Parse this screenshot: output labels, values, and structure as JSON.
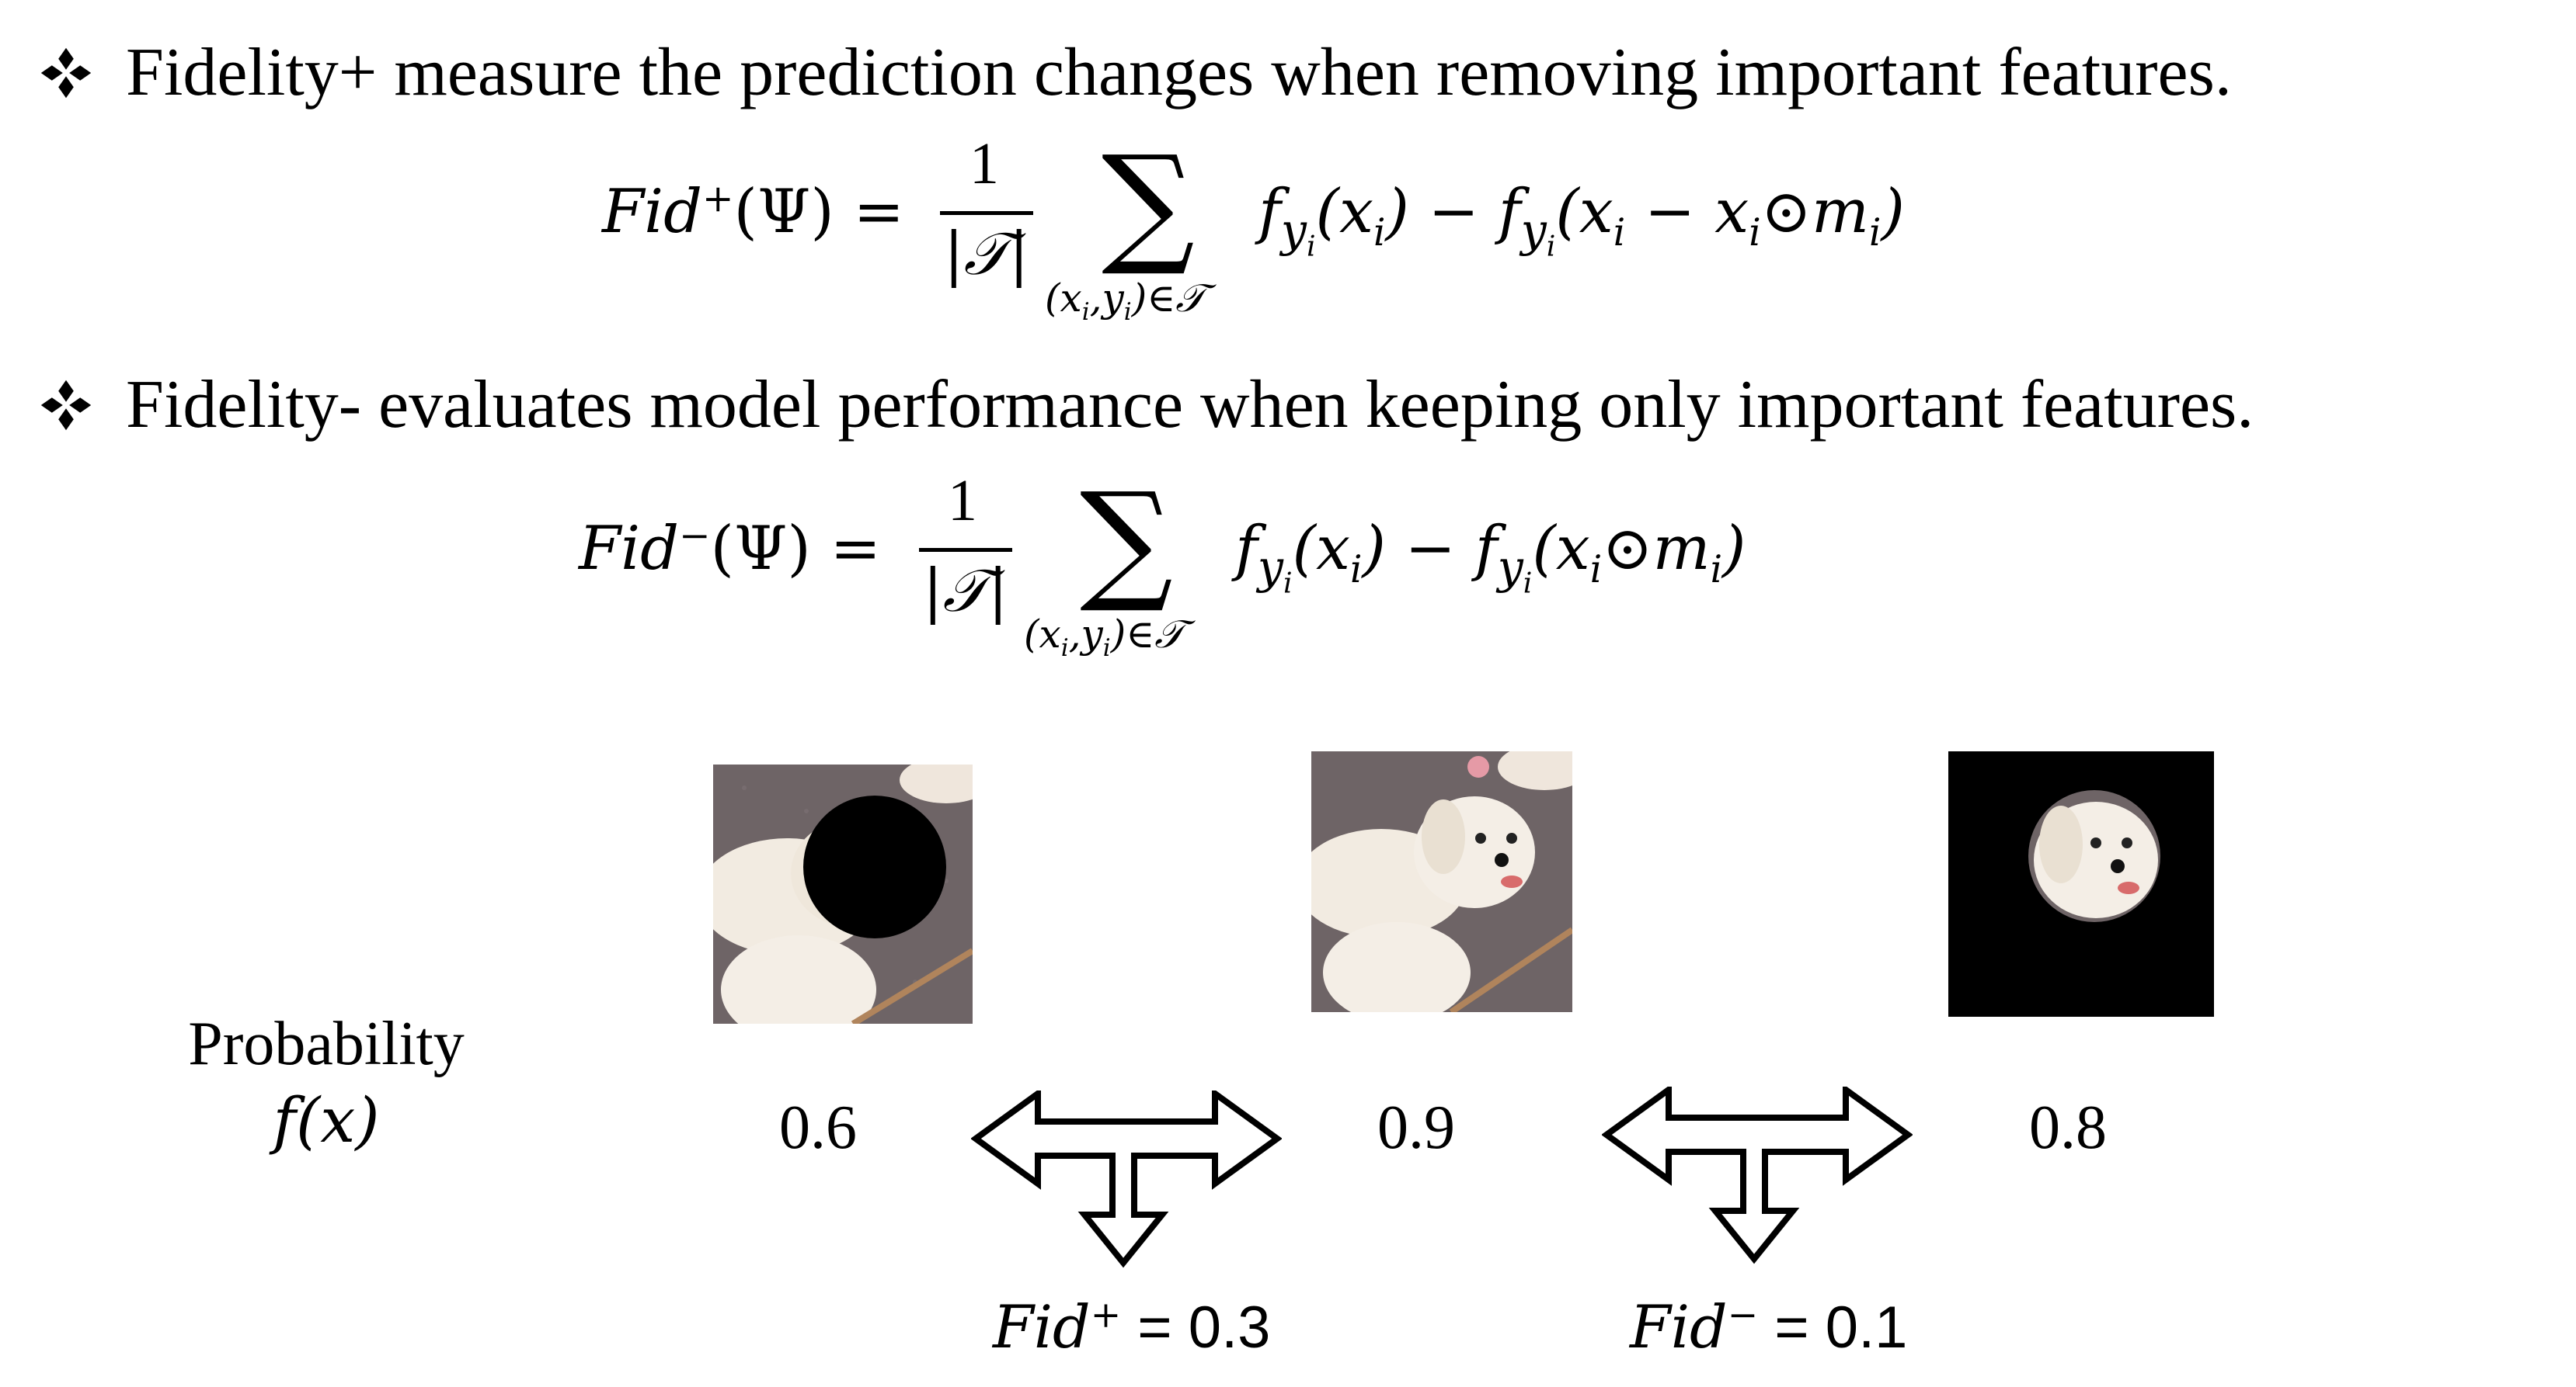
{
  "bullets": [
    {
      "text": "Fidelity+ measure the prediction changes when removing important features.",
      "icon": "diamond-four-icon"
    },
    {
      "text": "Fidelity- evaluates model performance when keeping only important features.",
      "icon": "diamond-four-icon"
    }
  ],
  "formula_plus": {
    "lhs_name": "Fid",
    "lhs_sup": "+",
    "lhs_arg": "(Ψ) =",
    "numerator": "1",
    "denominator": "|𝒯|",
    "sum_index": "(xi,yi)∈𝒯",
    "rhs": "fyi(xi) − fyi(xi − xi⊙mi)"
  },
  "formula_minus": {
    "lhs_name": "Fid",
    "lhs_sup": "−",
    "lhs_arg": "(Ψ) =",
    "numerator": "1",
    "denominator": "|𝒯|",
    "sum_index": "(xi,yi)∈𝒯",
    "rhs": "fyi(xi) − fyi(xi⊙mi)"
  },
  "probability_label": {
    "line1": "Probability",
    "line2": "f(x)"
  },
  "values": {
    "masked": "0.6",
    "original": "0.9",
    "kept": "0.8"
  },
  "results": {
    "fid_plus": {
      "name": "Fid",
      "sup": "+",
      "value": " = 0.3"
    },
    "fid_minus": {
      "name": "Fid",
      "sup": "−",
      "value": " = 0.1"
    }
  },
  "colors": {
    "carpet": "#6e6466",
    "dog": "#f2ebe1",
    "mask": "#000000",
    "stick": "#b0845c"
  }
}
